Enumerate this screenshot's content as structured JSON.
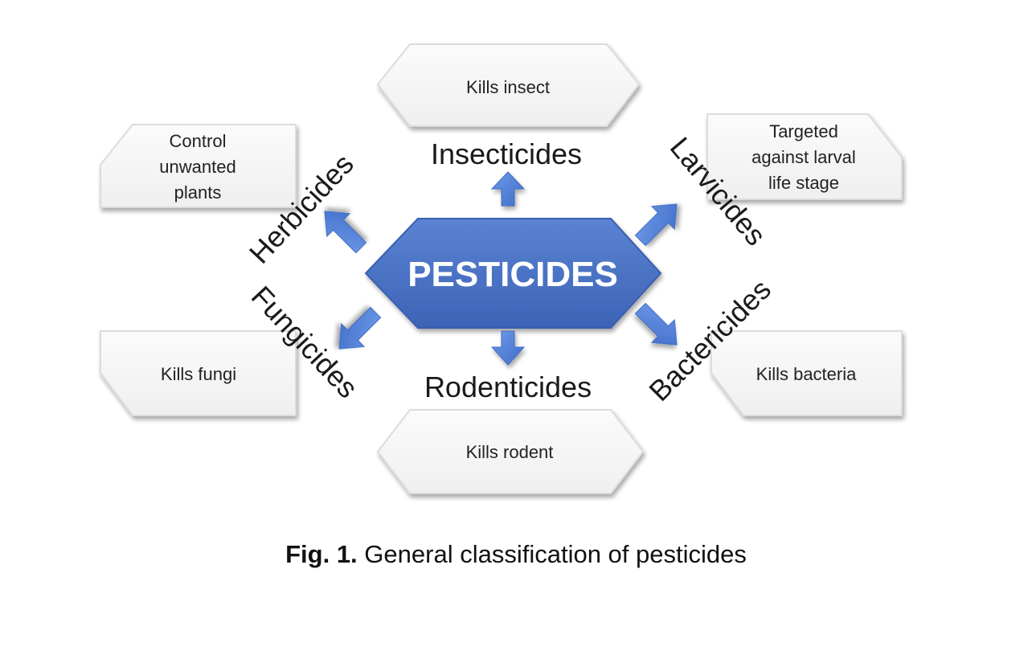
{
  "center": {
    "label": "PESTICIDES",
    "fill": "#4a72c4",
    "text_color": "#ffffff"
  },
  "categories": [
    {
      "name": "Insecticides",
      "description": [
        "Kills insect"
      ]
    },
    {
      "name": "Larvicides",
      "description": [
        "Targeted",
        "against larval",
        "life stage"
      ]
    },
    {
      "name": "Bactericides",
      "description": [
        "Kills bacteria"
      ]
    },
    {
      "name": "Rodenticides",
      "description": [
        "Kills rodent"
      ]
    },
    {
      "name": "Fungicides",
      "description": [
        "Kills fungi"
      ]
    },
    {
      "name": "Herbicides",
      "description": [
        "Control",
        "unwanted",
        "plants"
      ]
    }
  ],
  "colors": {
    "arrow": "#4f7fd6",
    "box_fill": "#f5f5f5",
    "box_stroke": "#dcdcdc",
    "label": "#1a1a1a",
    "description": "#222222"
  },
  "caption": {
    "label": "Fig. 1.",
    "text": " General classification of pesticides"
  }
}
